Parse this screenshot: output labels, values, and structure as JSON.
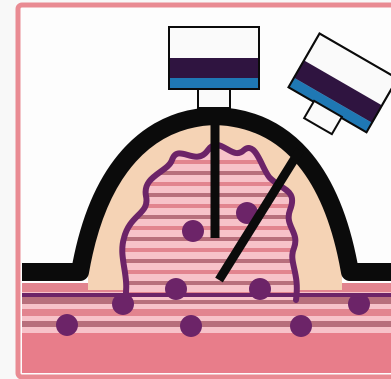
{
  "diagram": {
    "colors": {
      "frame_border": "#e98b93",
      "background": "#fdfdfd",
      "dome_outline": "#0b0b0b",
      "dome_fill": "#f5d3b5",
      "stripe_light": "#f7c2c9",
      "stripe_pink": "#e2848f",
      "stripe_mauve": "#b86f7c",
      "purple": "#6c2468",
      "base_pink": "#e87d8a",
      "probe_white": "#fafafa",
      "probe_dark": "#2f1440",
      "probe_blue": "#1f78b4"
    },
    "components": [
      "frame",
      "dome-mound",
      "striped-tissue",
      "wavy-boundary",
      "particles",
      "vertical-probe",
      "angled-probe"
    ]
  }
}
